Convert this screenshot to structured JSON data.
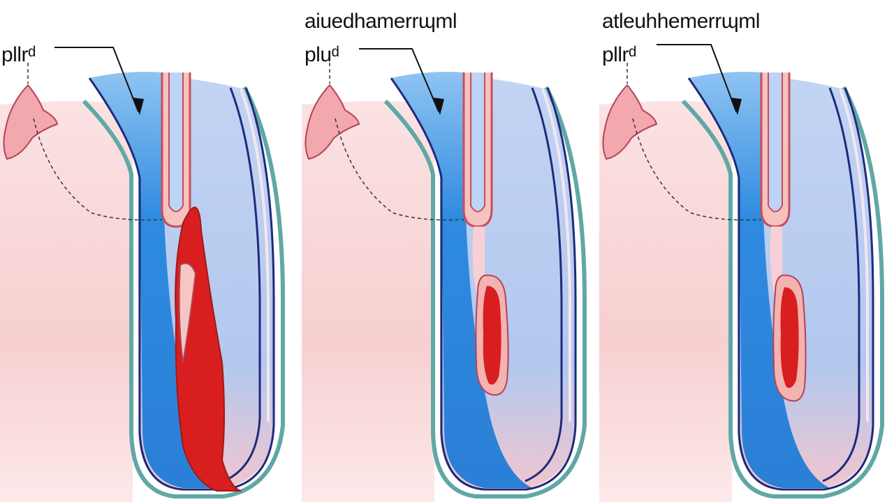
{
  "panels": [
    {
      "title": "",
      "label": "pllrᵈ",
      "stage": "hemorrhage",
      "clot": "large"
    },
    {
      "title": "aiuedhamerrɰml",
      "label": "pluᵈ",
      "stage": "plug",
      "clot": "small"
    },
    {
      "title": "atleuhhemerrɰml",
      "label": "pllrᵈ",
      "stage": "plug",
      "clot": "small"
    }
  ],
  "colors": {
    "skin": "#f7cfd0",
    "skin_light": "#fbe3e4",
    "lumen_blue": "#2f8be0",
    "lumen_light": "#a9c9ef",
    "vessel_inner": "#b9cdf0",
    "outer_wall_teal": "#5fa8a6",
    "outline_navy": "#1e2a7a",
    "tube_pink": "#f29a9a",
    "blood_red": "#d81e1e",
    "clot_pink": "#f3b3b0"
  }
}
